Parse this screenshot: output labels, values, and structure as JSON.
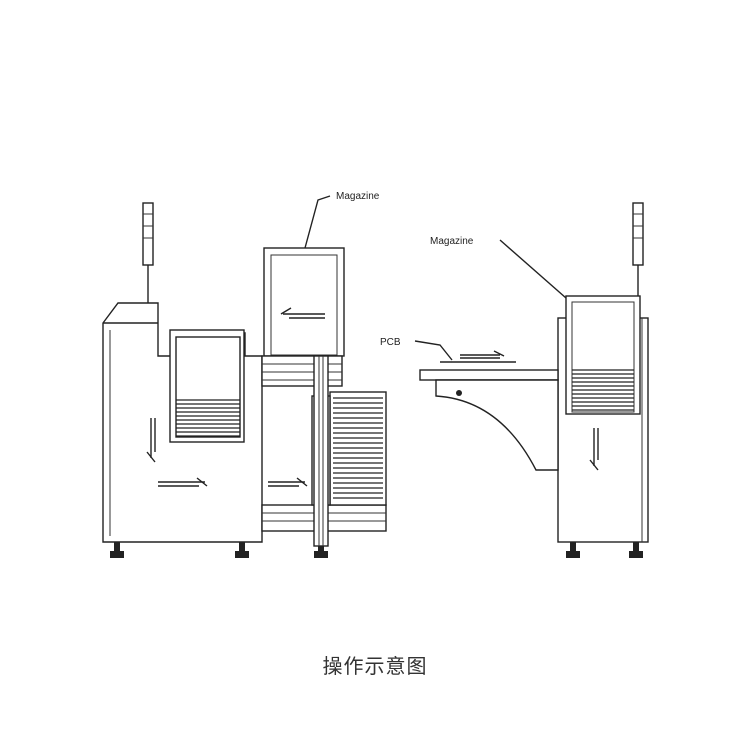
{
  "labels": {
    "magazine_left": "Magazine",
    "magazine_right": "Magazine",
    "pcb": "PCB"
  },
  "caption": "操作示意图"
}
